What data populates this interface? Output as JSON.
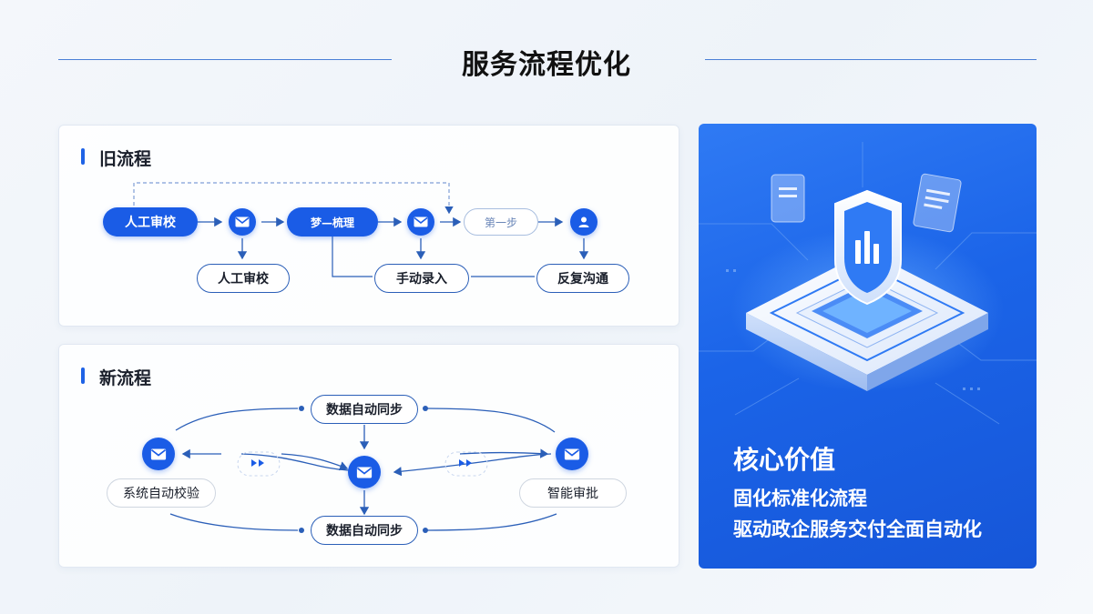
{
  "page": {
    "title": "服务流程优化"
  },
  "old_flow": {
    "title": "旧流程",
    "nodes": {
      "manual_review_main": "人工审校",
      "step_sort": "梦—梳理",
      "next_step": "第一步",
      "manual_review_sub": "人工审校",
      "manual_entry": "手动录入",
      "feedback": "反复沟通"
    },
    "icons": [
      "mail-icon",
      "mail-icon",
      "user-icon"
    ]
  },
  "new_flow": {
    "title": "新流程",
    "nodes": {
      "sync_top": "数据自动同步",
      "sync_bottom": "数据自动同步",
      "auto_check": "系统自动校验",
      "smart_approve": "智能审批"
    },
    "icons": [
      "mail-icon",
      "mail-icon",
      "mail-icon"
    ]
  },
  "value_panel": {
    "heading": "核心价值",
    "line1": "固化标准化流程",
    "line2": "驱动政企服务交付全面自动化",
    "illustration": "isometric-server-chip-illustration"
  },
  "colors": {
    "accent": "#1a5ce6",
    "panel": "#1b64e8",
    "line": "#2b5fb8"
  }
}
